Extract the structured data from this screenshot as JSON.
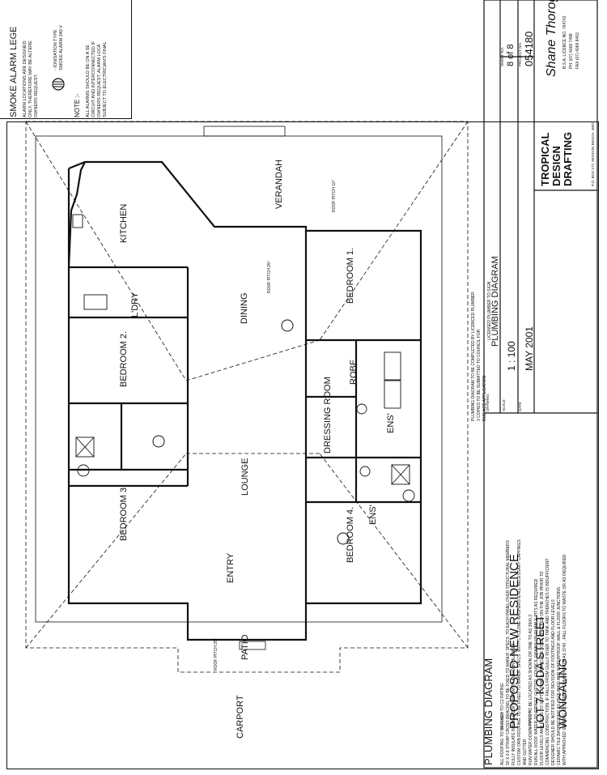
{
  "smoke_alarm_legend": {
    "title": "SMOKE ALARM LEGE",
    "line1": "ALARM LOCATIONS ARE DESIGNED",
    "line2": "ONLY, THEREFORE MAY BE ALTERE",
    "line3": "OWNERS REQUEST.",
    "ionisation_type": "- IONISATION TYPE",
    "ionisation_model": "SMOKE ALARM 240 V",
    "note_title": "NOTE :-",
    "note1": "ALL ALARMS SHOULD BE ON A SE",
    "note2": "CIRCUIT AND INTERCONNECTED IF",
    "note3": "OWNERS REQUEST, ALARM LOCA",
    "note4": "SUBJECT TO ELECTRICIAN'S FINAL"
  },
  "title_block": {
    "plumber_sign": "LICENSED PLUMBER TO SIGN",
    "drawing_label": "DRAWING",
    "drawing": "PLUMBING DIAGRAM",
    "sheet_no_label": "SHEET NO.",
    "sheet_no": "8 of 8",
    "scale_label": "SCALE",
    "scale": "1 : 100",
    "project_no_label": "PROJECT NO.",
    "project_no": "054180",
    "date_label": "DATE",
    "date": "MAY 2001",
    "project_label": "PROJECT",
    "project": "PROPOSED NEW RESIDENCE",
    "location_label": "LOCATION",
    "location1": "LOT 7 KODA STREET",
    "location2": "WONGALING",
    "company1": "TROPICAL",
    "company2": "DESIGN",
    "company3": "DRAFTING",
    "signature": "Shane Thorogood",
    "licence": "B.S.A. LICENCE NO. 764742",
    "phone": "PH. (07) 4068 7498",
    "fax": "FAX (07) 4068 8453",
    "address": "P.O. BOX 177, MISSION BEACH. 4852"
  },
  "plan_notes": {
    "note1": "PLUMBING DIAGRAM TO BE COMPLETED BY LICENCED PLUMBER",
    "note2": "3 COPIES TO BE SUBMITTED TO COUNCIL FOR",
    "note3": "DUE ACQ APPLICATION"
  },
  "rooms": {
    "verandah": "VERANDAH",
    "kitchen": "KITCHEN",
    "laundry": "L'DRY",
    "dining": "DINING",
    "bedroom1": "BEDROOM 1.",
    "bedroom2": "BEDROOM 2.",
    "bedroom3": "BEDROOM 3.",
    "bedroom4": "BEDROOM 4.",
    "robe": "ROBE",
    "ens1": "ENS'",
    "ens2": "ENS'",
    "dressing": "DRESSING ROOM",
    "lounge": "LOUNGE",
    "entry": "ENTRY",
    "patio": "PATIO",
    "carport": "CARPORT",
    "pitch_top": "ROOF PITCH 10°",
    "pitch_mid": "ROOF PITCH 25°",
    "pitch_bottom": "ROOF PITCH 25°"
  },
  "footer_notes": {
    "title": "PLUMBING DIAGRAM",
    "n1": "ALL ROOFING TO BE FIXED TO C2 RATING",
    "n2": "50 X 0.8 STRAP CROSS BRACING TO BE FIXED TO MANUF. SPECS. TO EACH PANEL OVER STRUCTURAL MEMBERS",
    "n3": "FULLY INSULATE INSIDE ROOF AREA WITH ANTICON BLANKET",
    "n4": "CUSTOM ORB ROOFING TO BE FIXED TO MANUF. SPECS. WITH CYCLONE WASHERS & ALL NECESSARY CAPPINGS",
    "n5": "AND GUTTER",
    "n6": "RUN WATER DOWN PIPES TO BE LOCATED AS SHOWN OR ONE TO AS 3500.3",
    "n7": "RUN ALL ROOF WATER TO STREET GUTTER, COUNCIL DRAINS OR RUBBLE PITS AS REQUIRED",
    "n8": "FLOOR LEVELS AND FALLS TO SEPTIC TANK & TRENCHES TO BE CHECKED ON THE JOB PRIOR TO",
    "n9": "COMMENCING CONSTRUCTION. IF FALLS FROM GULLY RISER TO TANK AND TRENCHES IS INSUFFICIENT",
    "n10": "DESIGNER SHOULD BE NOTIFIED FOR REVISION OF FOOTINGS AND FLOOR LEVELS",
    "n11": "CERAMIC TILE BATHROOMS AS REQUIRED AND WATERPROOF WALL & FLOOR JUNCTIONS",
    "n12": "WITH APPROVED SEALING SYSTEM TO COMPLY WITH AS 3740 , FALL FLOORS TO WASTE OR AS REQUIRED"
  }
}
